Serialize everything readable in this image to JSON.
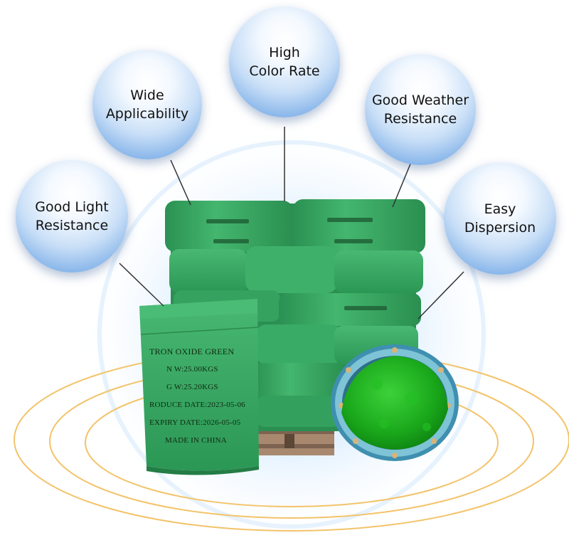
{
  "features": [
    {
      "id": "high-color-rate",
      "label": "High\nColor Rate"
    },
    {
      "id": "wide-applicability",
      "label": "Wide\nApplicability"
    },
    {
      "id": "good-weather-resistance",
      "label": "Good Weather\nResistance"
    },
    {
      "id": "good-light-resistance",
      "label": "Good Light\nResistance"
    },
    {
      "id": "easy-dispersion",
      "label": "Easy\nDispersion"
    }
  ],
  "bag_label": {
    "product": "TRON OXIDE GREEN",
    "net_weight": "N W:25.00KGS",
    "gross_weight": "G W:25.20KGS",
    "produce_date": "RODUCE DATE:2023-05-06",
    "expiry_date": "EXPIRY DATE:2026-05-05",
    "origin": "MADE IN CHINA"
  },
  "colors": {
    "bag_green": "#2fa35a",
    "powder_green": "#1fb01f",
    "accent_ring": "#f3c36a",
    "bubble_blue": "#6aa3e6"
  }
}
